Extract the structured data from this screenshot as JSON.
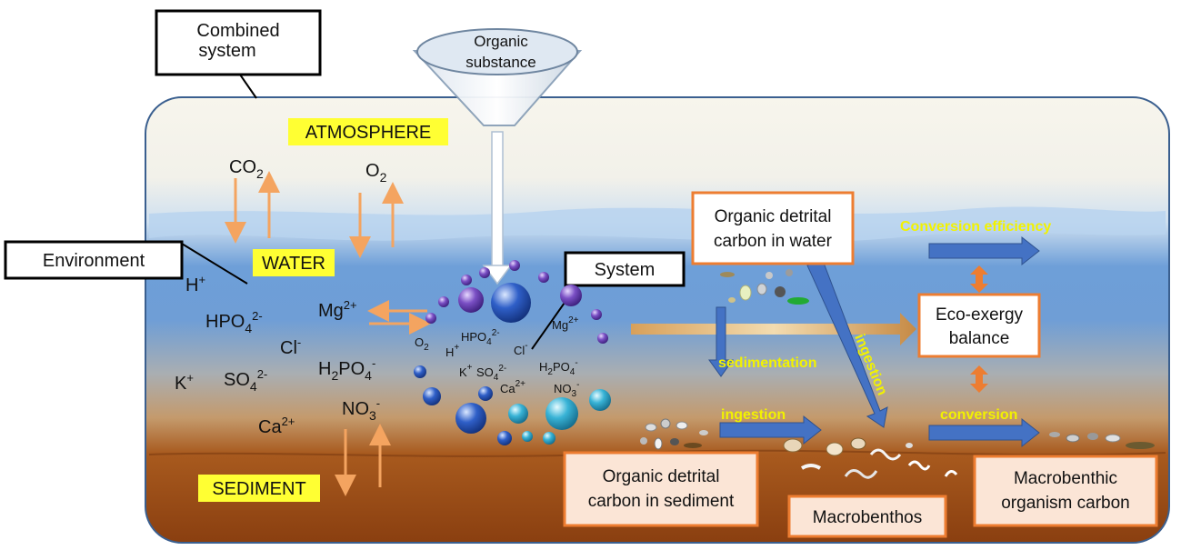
{
  "labels": {
    "combined_system": [
      "Combined",
      "system"
    ],
    "environment": "Environment",
    "system": "System",
    "organic_substance": [
      "Organic",
      "substance"
    ],
    "atmosphere": "ATMOSPHERE",
    "water": "WATER",
    "sediment": "SEDIMENT"
  },
  "gases": {
    "co2": "CO",
    "co2_sub": "2",
    "o2": "O",
    "o2_sub": "2"
  },
  "ions_left": {
    "h": "H",
    "h_sup": "+",
    "hpo4": "HPO",
    "hpo4_sub": "4",
    "hpo4_sup": "2-",
    "cl": "Cl",
    "cl_sup": "-",
    "k": "K",
    "k_sup": "+",
    "so4": "SO",
    "so4_sub": "4",
    "so4_sup": "2-",
    "mg": "Mg",
    "mg_sup": "2+",
    "h2po4_a": "H",
    "h2po4_b": "2",
    "h2po4_c": "PO",
    "h2po4_d": "4",
    "h2po4_sup": "-",
    "no3": "NO",
    "no3_sub": "3",
    "no3_sup": "-",
    "ca": "Ca",
    "ca_sup": "2+"
  },
  "ions_cluster": {
    "hpo4": "HPO",
    "hpo4_sub": "4",
    "hpo4_sup": "2-",
    "mg": "Mg",
    "mg_sup": "2+",
    "o2": "O",
    "o2_sub": "2",
    "h": "H",
    "h_sup": "+",
    "cl": "Cl",
    "cl_sup": "-",
    "k": "K",
    "k_sup": "+",
    "so4": "SO",
    "so4_sub": "4",
    "so4_sup": "2-",
    "h2po4_a": "H",
    "h2po4_b": "2",
    "h2po4_c": "PO",
    "h2po4_d": "4",
    "h2po4_sup": "-",
    "ca": "Ca",
    "ca_sup": "2+",
    "no3": "NO",
    "no3_sub": "3",
    "no3_sup": "-"
  },
  "boxes": {
    "odc_water": [
      "Organic detrital",
      "carbon in water"
    ],
    "eco_exergy": [
      "Eco-exergy",
      "balance"
    ],
    "odc_sediment": [
      "Organic detrital",
      "carbon in sediment"
    ],
    "macrobenthos": "Macrobenthos",
    "macro_carbon": [
      "Macrobenthic",
      "organism carbon"
    ]
  },
  "flows": {
    "conversion_efficiency": "Conversion efficiency",
    "sedimentation": "sedimentation",
    "ingestion_diag": "ingestion",
    "ingestion": "ingestion",
    "conversion": "conversion"
  },
  "colors": {
    "frame": "#3a5f8f",
    "box_border": "#ed7d31",
    "box_fill": "#fbe5d6",
    "flow_arrow": "#4472c4",
    "exchange_arrow": "#f4a460",
    "highlight": "#ffff33",
    "flow_text": "#f2f200"
  }
}
